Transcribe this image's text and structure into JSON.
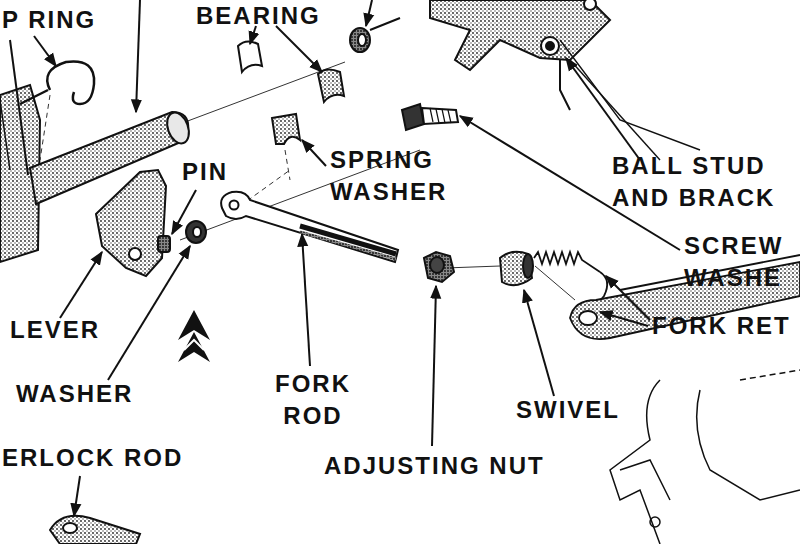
{
  "diagram": {
    "labels": [
      "P RING",
      "BEARING",
      "PIN",
      "SPRING WASHER",
      "BALL STUD AND BRACK",
      "SCREW WASHE",
      "LEVER",
      "FORK RET",
      "WASHER",
      "FORK ROD",
      "SWIVEL",
      "ERLOCK ROD",
      "ADJUSTING NUT"
    ]
  }
}
